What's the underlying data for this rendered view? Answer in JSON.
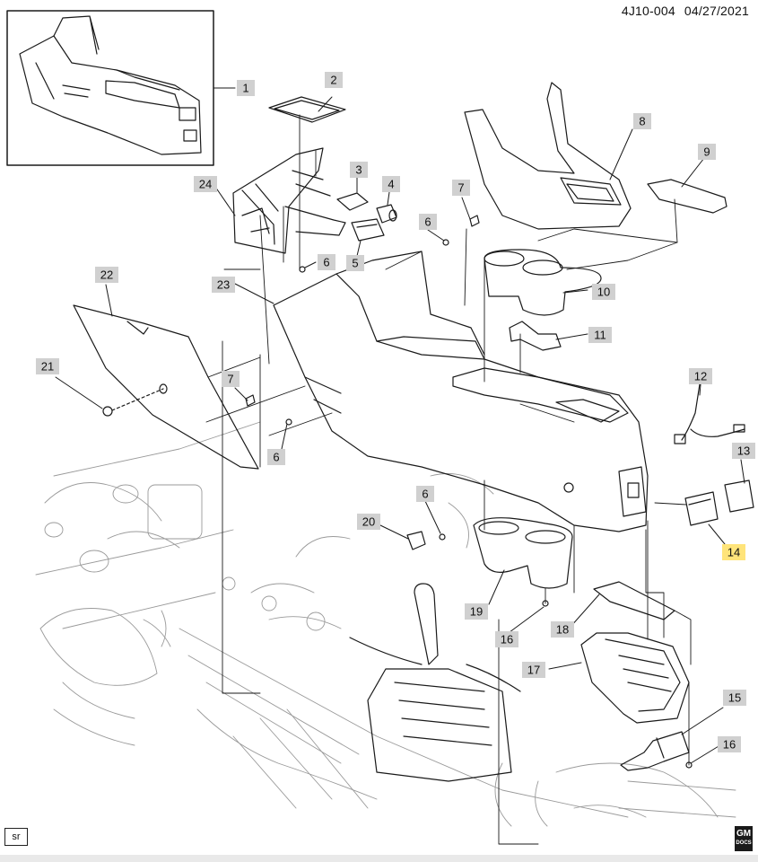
{
  "header": {
    "doc_id": "4J10-004",
    "date": "04/27/2021"
  },
  "callouts": [
    {
      "id": "c1",
      "label": "1"
    },
    {
      "id": "c2",
      "label": "2"
    },
    {
      "id": "c3",
      "label": "3"
    },
    {
      "id": "c4",
      "label": "4"
    },
    {
      "id": "c5",
      "label": "5"
    },
    {
      "id": "c6a",
      "label": "6"
    },
    {
      "id": "c6b",
      "label": "6"
    },
    {
      "id": "c6c",
      "label": "6"
    },
    {
      "id": "c6d",
      "label": "6"
    },
    {
      "id": "c7a",
      "label": "7"
    },
    {
      "id": "c7b",
      "label": "7"
    },
    {
      "id": "c8",
      "label": "8"
    },
    {
      "id": "c9",
      "label": "9"
    },
    {
      "id": "c10",
      "label": "10"
    },
    {
      "id": "c11",
      "label": "11"
    },
    {
      "id": "c12",
      "label": "12"
    },
    {
      "id": "c13",
      "label": "13"
    },
    {
      "id": "c14",
      "label": "14",
      "highlighted": true
    },
    {
      "id": "c15",
      "label": "15"
    },
    {
      "id": "c16a",
      "label": "16"
    },
    {
      "id": "c16b",
      "label": "16"
    },
    {
      "id": "c17",
      "label": "17"
    },
    {
      "id": "c18",
      "label": "18"
    },
    {
      "id": "c19",
      "label": "19"
    },
    {
      "id": "c20",
      "label": "20"
    },
    {
      "id": "c21",
      "label": "21"
    },
    {
      "id": "c22",
      "label": "22"
    },
    {
      "id": "c23",
      "label": "23"
    },
    {
      "id": "c24",
      "label": "24"
    }
  ],
  "footer": {
    "view_tag": "sr",
    "logo_main": "GM",
    "logo_sub": "DOCS"
  },
  "colors": {
    "line": "#1a1a1a",
    "faint_line": "#9a9a9a",
    "callout_bg": "#d0d0d0",
    "callout_highlight": "#ffe47a"
  }
}
